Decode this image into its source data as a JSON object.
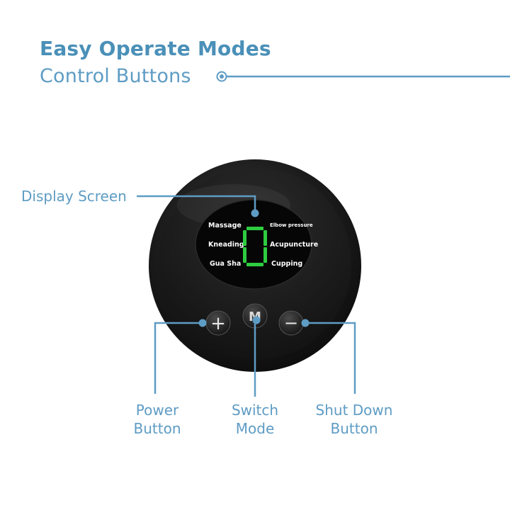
{
  "heading": {
    "title": "Easy Operate Modes",
    "subtitle": "Control Buttons"
  },
  "callouts": {
    "display_screen": "Display Screen",
    "power_button": [
      "Power",
      "Button"
    ],
    "switch_mode": [
      "Switch",
      "Mode"
    ],
    "shut_down_button": [
      "Shut Down",
      "Button"
    ]
  },
  "screen": {
    "modes_left": [
      "Massage",
      "Kneading",
      "Gua Sha"
    ],
    "modes_right": [
      "Elbow pressure",
      "Acupuncture",
      "Cupping"
    ],
    "digit": "0"
  },
  "buttons": {
    "plus": "+",
    "mode": "M",
    "minus": "−"
  },
  "colors": {
    "accent": "#5e9cc4",
    "digit": "#2ecc40",
    "device": "#1a1a1a"
  }
}
